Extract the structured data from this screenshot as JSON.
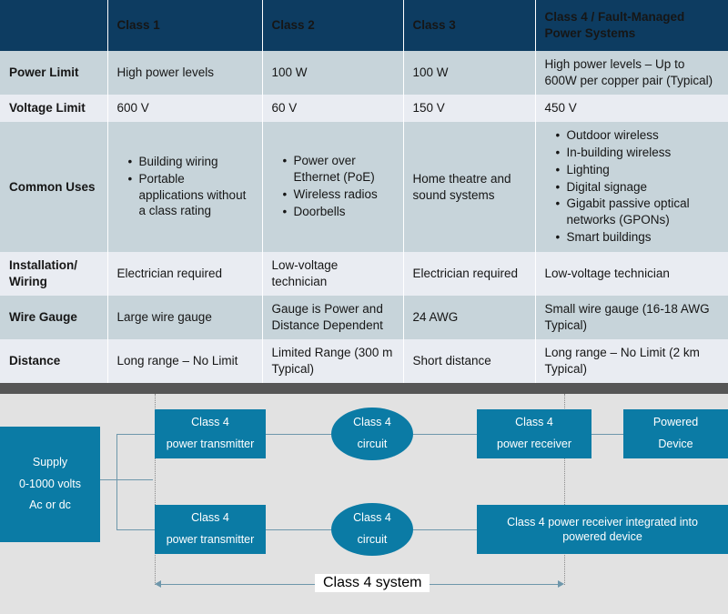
{
  "table": {
    "headers": [
      "",
      "Class 1",
      "Class 2",
      "Class 3",
      "Class 4 / Fault-Managed Power Systems"
    ],
    "rows": [
      {
        "label": "Power Limit",
        "cells": [
          {
            "text": "High power levels"
          },
          {
            "text": "100 W"
          },
          {
            "text": "100 W"
          },
          {
            "text": "High power levels – Up to 600W per copper pair (Typical)"
          }
        ]
      },
      {
        "label": "Voltage Limit",
        "cells": [
          {
            "text": "600 V"
          },
          {
            "text": "60 V"
          },
          {
            "text": "150 V"
          },
          {
            "text": "450 V"
          }
        ]
      },
      {
        "label": "Common Uses",
        "cells": [
          {
            "bullets": [
              "Building wiring",
              "Portable applications without a class rating"
            ]
          },
          {
            "bullets": [
              "Power over Ethernet (PoE)",
              "Wireless radios",
              "Doorbells"
            ]
          },
          {
            "text": "Home theatre and sound systems"
          },
          {
            "bullets": [
              "Outdoor wireless",
              "In-building wireless",
              "Lighting",
              "Digital signage",
              "Gigabit passive optical networks (GPONs)",
              "Smart buildings"
            ]
          }
        ]
      },
      {
        "label": "Installation/ Wiring",
        "cells": [
          {
            "text": "Electrician required"
          },
          {
            "text": "Low-voltage technician"
          },
          {
            "text": "Electrician required"
          },
          {
            "text": "Low-voltage technician"
          }
        ]
      },
      {
        "label": "Wire Gauge",
        "cells": [
          {
            "text": "Large wire gauge"
          },
          {
            "text": "Gauge is Power and Distance Dependent"
          },
          {
            "text": "24 AWG"
          },
          {
            "text": "Small wire gauge (16-18 AWG Typical)"
          }
        ]
      },
      {
        "label": "Distance",
        "cells": [
          {
            "text": "Long range – No Limit"
          },
          {
            "text": "Limited Range (300 m Typical)"
          },
          {
            "text": "Short distance"
          },
          {
            "text": "Long range – No Limit (2 km Typical)"
          }
        ]
      }
    ]
  },
  "diagram": {
    "supply": {
      "line1": "Supply",
      "line2": "0-1000 volts",
      "line3": "Ac or dc"
    },
    "transmitter_top": {
      "line1": "Class 4",
      "line2": "power transmitter"
    },
    "transmitter_bottom": {
      "line1": "Class 4",
      "line2": "power transmitter"
    },
    "circuit_top": {
      "line1": "Class 4",
      "line2": "circuit"
    },
    "circuit_bottom": {
      "line1": "Class 4",
      "line2": "circuit"
    },
    "receiver_top": {
      "line1": "Class 4",
      "line2": "power receiver"
    },
    "powered_device": {
      "line1": "Powered",
      "line2": "Device"
    },
    "receiver_integrated": {
      "line1": "Class 4 power receiver integrated into",
      "line2": "powered device"
    },
    "span_label": "Class 4 system"
  },
  "colors": {
    "header_navy": "#0d3c61",
    "band_a": "#c7d4da",
    "band_b": "#e9ecf2",
    "node_blue": "#0b7ba5",
    "diagram_bg": "#e2e2e2",
    "bar_gray": "#565656",
    "wire": "#6e97ab"
  }
}
